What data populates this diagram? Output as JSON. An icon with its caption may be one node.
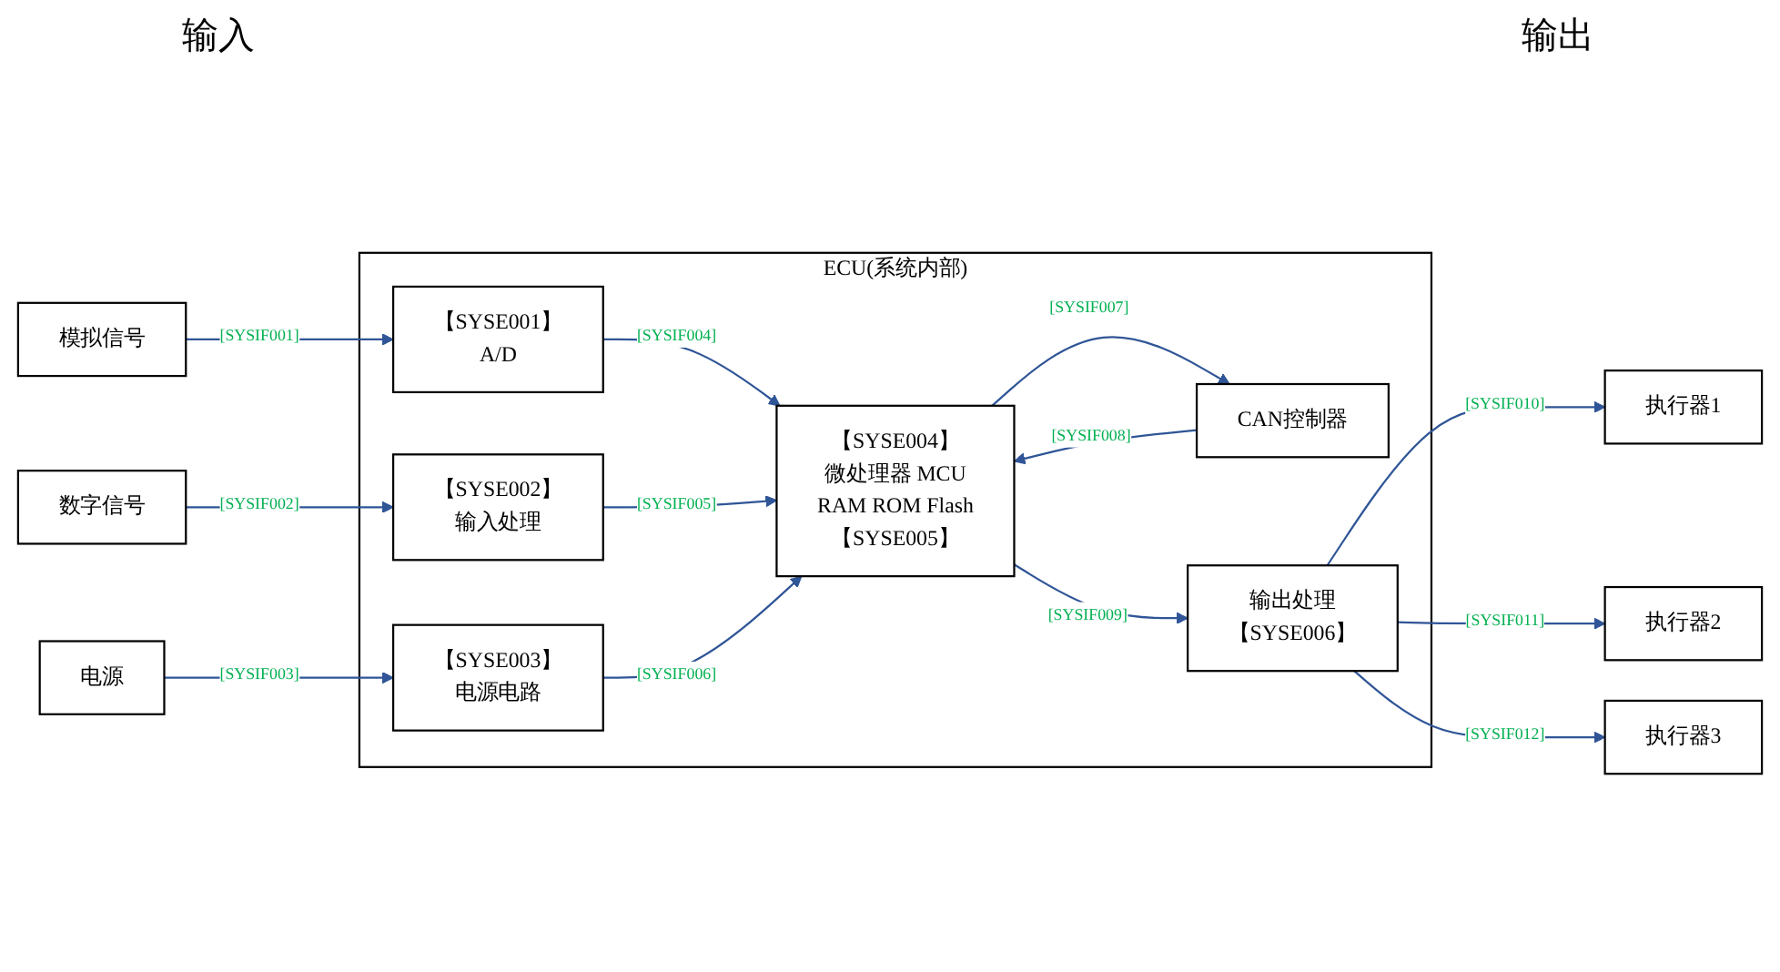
{
  "diagram": {
    "nodes": [
      {
        "text": [
          "模拟信号"
        ]
      },
      {
        "text": [
          "数字信号"
        ]
      },
      {
        "text": [
          "电源"
        ]
      },
      {
        "text": [
          "ECU(系统内部)"
        ]
      },
      {
        "text": [
          "【SYSE001】",
          "A/D"
        ],
        "in": 3
      },
      {
        "text": [
          "【SYSE002】",
          "输入处理"
        ],
        "in": 3
      },
      {
        "text": [
          "【SYSE003】",
          "电源电路"
        ],
        "in": 3
      },
      {
        "text": [
          "【SYSE004】",
          "微处理器 MCU",
          "RAM ROM Flash",
          "【SYSE005】"
        ],
        "in": 3
      },
      {
        "text": [
          "CAN控制器"
        ],
        "in": 3
      },
      {
        "text": [
          "输出处理",
          "【SYSE006】"
        ],
        "in": 3
      },
      {
        "text": [
          "执行器1"
        ]
      },
      {
        "text": [
          "执行器2"
        ]
      },
      {
        "text": [
          "执行器3"
        ]
      }
    ],
    "edges": [
      {
        "from": 0,
        "to": 4,
        "arrow": "to",
        "label": "[SYSIF001]"
      },
      {
        "from": 1,
        "to": 5,
        "arrow": "to",
        "label": "[SYSIF002]"
      },
      {
        "from": 2,
        "to": 6,
        "arrow": "to",
        "label": "[SYSIF003]"
      },
      {
        "from": 4,
        "to": 7,
        "arrow": "to",
        "label": "[SYSIF004]"
      },
      {
        "from": 5,
        "to": 7,
        "arrow": "to",
        "label": "[SYSIF005]"
      },
      {
        "from": 6,
        "to": 7,
        "arrow": "to",
        "label": "[SYSIF006]"
      },
      {
        "from": 7,
        "to": 8,
        "arrow": "to",
        "label": "[SYSIF007]"
      },
      {
        "from": 8,
        "to": 7,
        "arrow": "to",
        "label": "[SYSIF008]"
      },
      {
        "from": 7,
        "to": 9,
        "arrow": "to",
        "label": "[SYSIF009]"
      },
      {
        "from": 9,
        "to": 10,
        "arrow": "to",
        "label": "[SYSIF010]"
      },
      {
        "from": 9,
        "to": 11,
        "arrow": "to",
        "label": "[SYSIF011]"
      },
      {
        "from": 9,
        "to": 12,
        "arrow": "to",
        "label": "[SYSIF012]"
      }
    ],
    "labels": [
      "输入",
      "输出"
    ]
  }
}
